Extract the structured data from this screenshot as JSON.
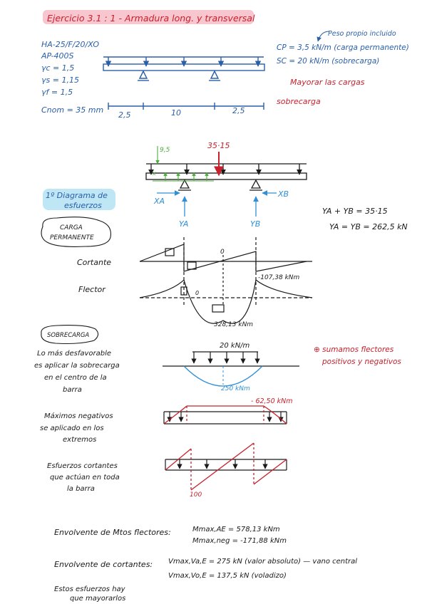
{
  "title": "Ejercicio 3.1 : 1 - Armadura long. y transversal",
  "materials": [
    "HA-25/F/20/XO",
    "AP-400S"
  ],
  "factors": [
    "γc = 1,5",
    "γs = 1,15",
    "γf = 1,5"
  ],
  "cnom": "Cnom = 35 mm",
  "spans": [
    "2,5",
    "10",
    "2,5"
  ],
  "loads": {
    "self_weight_note": "Peso propio incluido",
    "cp": "CP = 3,5 kN/m (carga permanente)",
    "sc": "SC = 20 kN/m (sobrecarga)",
    "increase_note": "Mayorar las cargas",
    "sobrecarga": "sobrecarga"
  },
  "fbd": {
    "green_label": "9,5",
    "resultant": "35·15",
    "xa": "XA",
    "xb": "XB",
    "ya": "YA",
    "yb": "YB",
    "x_small": "x"
  },
  "section1": {
    "title_line1": "1º Diagrama de",
    "title_line2": "esfuerzos"
  },
  "equations": [
    "YA + YB = 35·15",
    "YA = YB = 262,5 kN"
  ],
  "perm_tag": [
    "CARGA",
    "PERMANENTE"
  ],
  "cortante": {
    "label": "Cortante",
    "zero": "0"
  },
  "flector": {
    "label": "Flector",
    "neg": "-107,38 kNm",
    "pos": "328,13 kNm",
    "zero": "0"
  },
  "sobrecarga_tag": "SOBRECARGA",
  "fav_text": [
    "Lo más desfavorable",
    "es aplicar la sobrecarga",
    "en el centro de la",
    "barra"
  ],
  "load_20": "20 kN/m",
  "m250": "250 kNm",
  "sum_note": [
    "⊕ sumamos flectores",
    "positivos y negativos"
  ],
  "neg_text": [
    "Máximos negativos",
    "se aplicado en los",
    "extremos"
  ],
  "m_neg": "- 62,50 kNm",
  "shear_text": [
    "Esfuerzos cortantes",
    "que actúan en toda",
    "la barra"
  ],
  "v100": "100",
  "envelope_m": {
    "label": "Envolvente de Mtos flectores:",
    "line1": "Mmax,AE = 578,13 kNm",
    "line2": "Mmax,neg = -171,88 kNm"
  },
  "envelope_v": {
    "label": "Envolvente de cortantes:",
    "line1": "Vmax,Va,E = 275 kN (valor absoluto) — vano central",
    "line2": "Vmax,Vo,E = 137,5 kN (voladizo)"
  },
  "footer": [
    "Estos esfuerzos hay",
    "que mayorarlos"
  ],
  "colors": {
    "blue": "#2a5fa8",
    "red": "#c8202c",
    "green": "#4caf3a",
    "pink_highlight": "#f7c6cf",
    "cyan_highlight": "#bfe6f5"
  }
}
